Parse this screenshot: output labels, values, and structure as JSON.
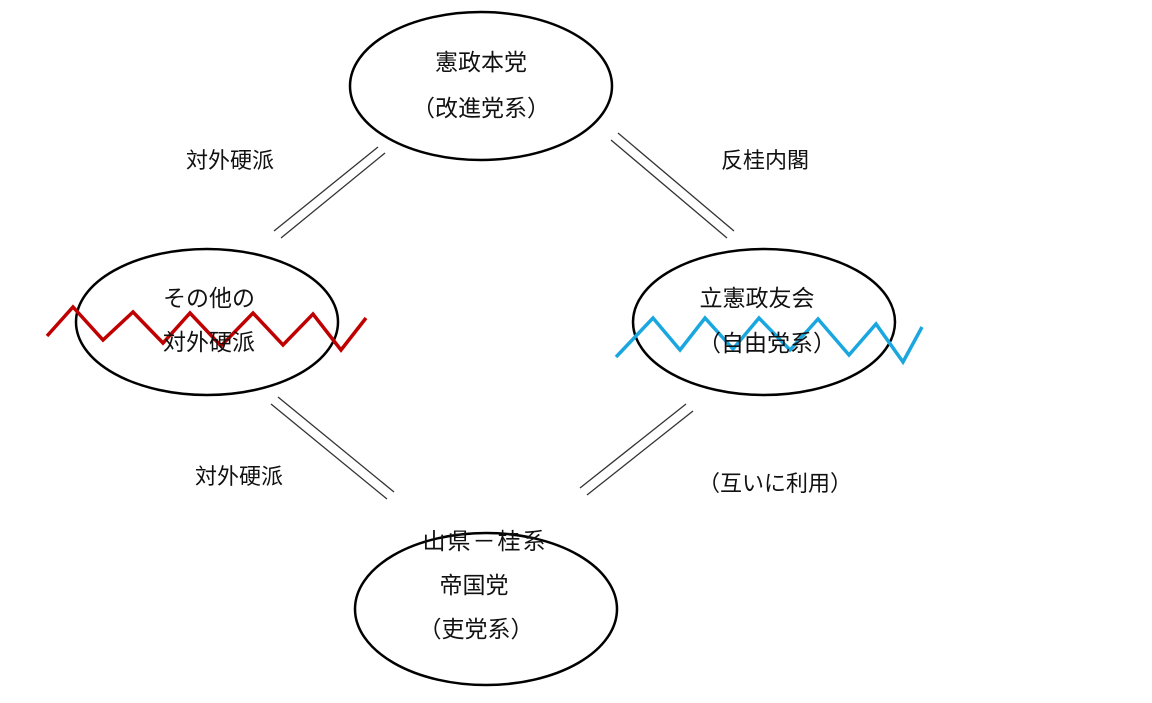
{
  "nodes": {
    "kenseihonto": {
      "line1": "憲政本党",
      "line2": "（改進党系）"
    },
    "sonota": {
      "line1": "その他の",
      "line2": "対外硬派"
    },
    "rikken_seiyukai": {
      "line1": "立憲政友会",
      "line2": "（自由党系）"
    },
    "yamagata_katsura": {
      "line1": "山県－桂系",
      "line2": "帝国党",
      "line3": "（吏党系）"
    }
  },
  "edge_labels": {
    "top_left": "対外硬派",
    "top_right": "反桂内閣",
    "bottom_left": "対外硬派",
    "bottom_right": "（互いに利用）"
  },
  "colors": {
    "outline": "#000000",
    "relation_line": "#333333",
    "zigzag_red": "#c00000",
    "zigzag_blue": "#1aa7e0"
  }
}
